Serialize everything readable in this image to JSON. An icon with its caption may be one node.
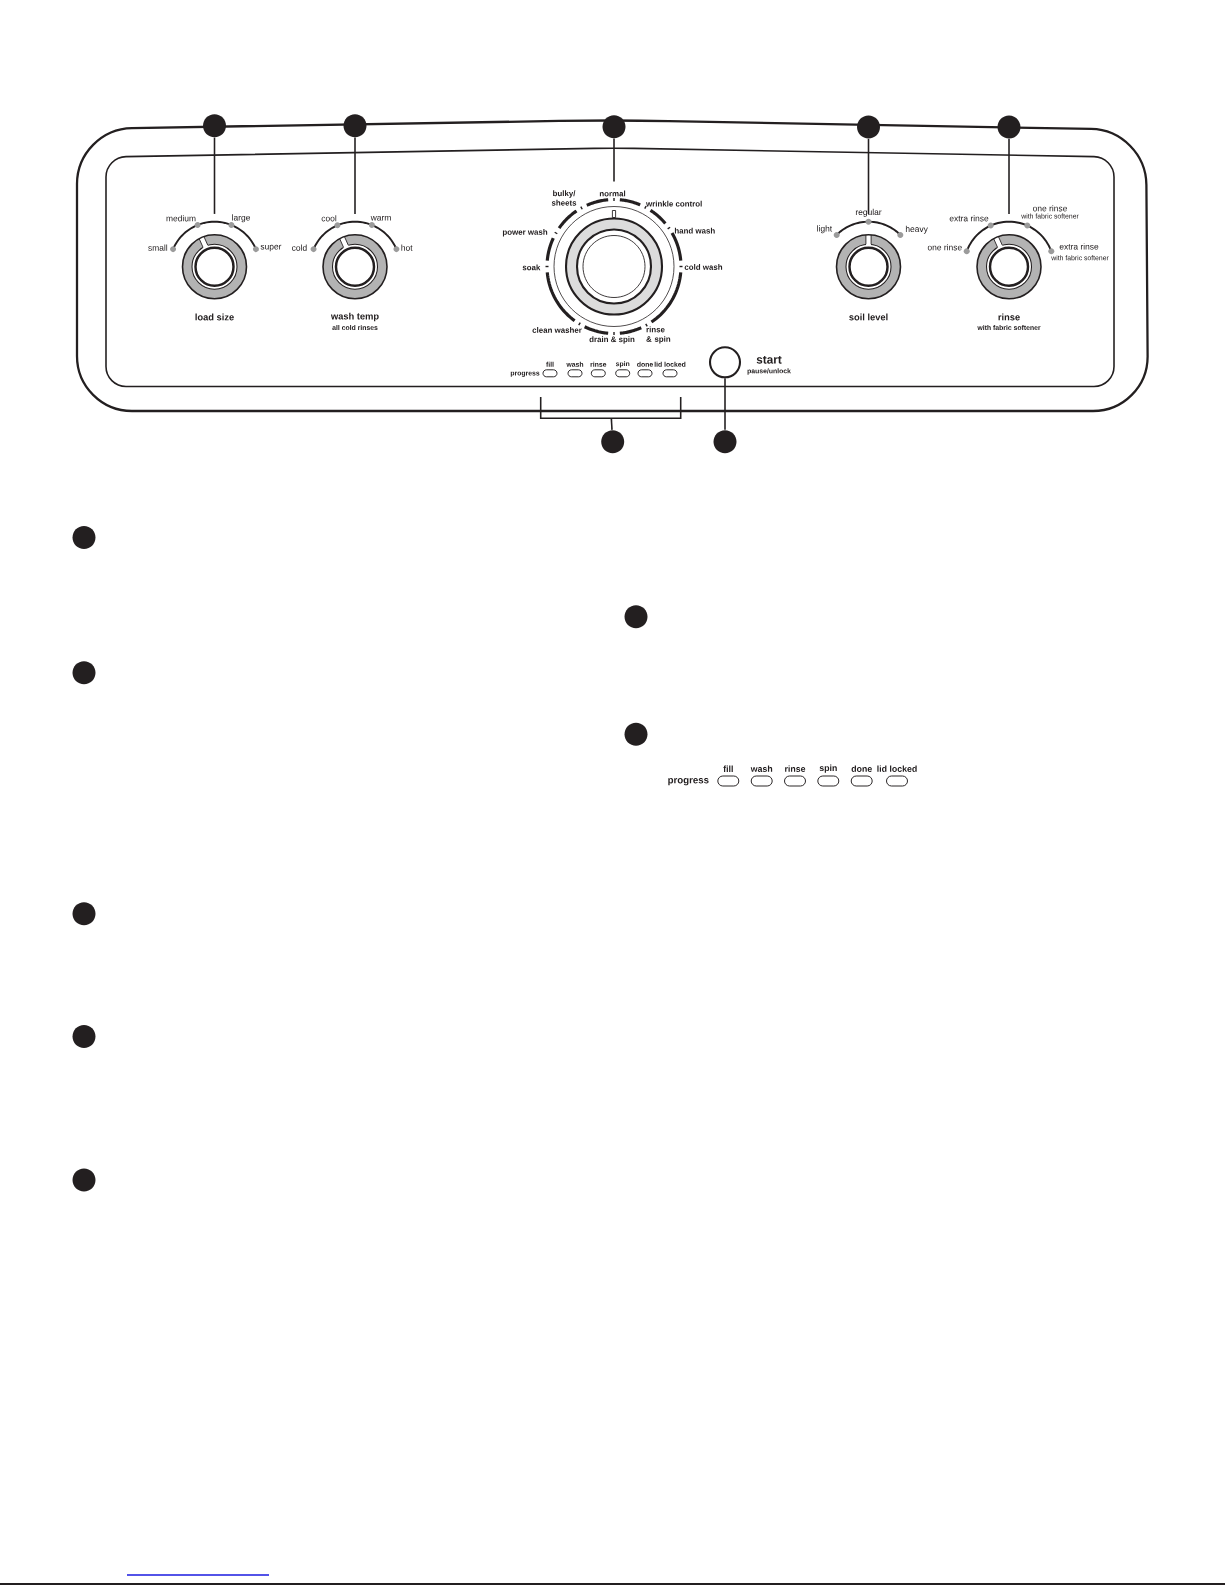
{
  "diagram": {
    "nodes": [
      {
        "text": [],
        "shape": "circle"
      },
      {
        "text": [],
        "shape": "circle"
      },
      {
        "text": [],
        "shape": "circle"
      },
      {
        "text": [],
        "shape": "circle"
      },
      {
        "text": [],
        "shape": "circle"
      },
      {
        "text": [
          "load size"
        ],
        "beside": [
          "small",
          "medium",
          "large",
          "super"
        ]
      },
      {
        "text": [
          "wash temp",
          "all cold rinses"
        ],
        "beside": [
          "cold",
          "cool",
          "warm",
          "hot"
        ]
      },
      {
        "text": [],
        "shape": "circle",
        "beside": [
          "normal",
          "bulky/ sheets",
          "wrinkle control",
          "power wash",
          "hand wash",
          "soak",
          "cold wash",
          "clean washer",
          "drain & spin",
          "rinse & spin"
        ]
      },
      {
        "text": [
          "soil level"
        ],
        "beside": [
          "light",
          "regular",
          "heavy"
        ]
      },
      {
        "text": [
          "rinse",
          "with fabric softener"
        ],
        "beside": [
          "one rinse",
          "extra rinse",
          "one rinse",
          "with fabric softener",
          "extra rinse",
          "with fabric softener"
        ]
      },
      {
        "text": [
          "fill"
        ]
      },
      {
        "text": [
          "wash"
        ]
      },
      {
        "text": [
          "rinse"
        ]
      },
      {
        "text": [
          "spin"
        ]
      },
      {
        "text": [
          "done"
        ]
      },
      {
        "text": [
          "lid locked"
        ]
      },
      {
        "text": [
          "start",
          "pause/unlock"
        ]
      },
      {
        "text": [],
        "shape": "circle"
      },
      {
        "text": [],
        "shape": "circle"
      },
      {
        "text": [],
        "shape": "circle"
      },
      {
        "text": [],
        "shape": "circle"
      },
      {
        "text": [],
        "shape": "circle"
      },
      {
        "text": [],
        "shape": "circle"
      },
      {
        "text": [
          "fill"
        ]
      },
      {
        "text": [
          "wash"
        ]
      },
      {
        "text": [
          "rinse"
        ]
      },
      {
        "text": [
          "spin"
        ]
      },
      {
        "text": [
          "done"
        ]
      },
      {
        "text": [
          "lid locked"
        ]
      },
      {
        "text": [],
        "shape": "circle"
      },
      {
        "text": [],
        "shape": "circle"
      },
      {
        "text": [],
        "shape": "circle"
      },
      {
        "text": [],
        "shape": "bracket"
      }
    ],
    "edges": [
      {
        "from": 0,
        "to": 5,
        "arrow": "none"
      },
      {
        "from": 1,
        "to": 6,
        "arrow": "none"
      },
      {
        "from": 2,
        "to": 7,
        "arrow": "none"
      },
      {
        "from": 3,
        "to": 8,
        "arrow": "none"
      },
      {
        "from": 4,
        "to": 9,
        "arrow": "none"
      },
      {
        "from": 17,
        "to": 32,
        "arrow": "none"
      },
      {
        "from": 18,
        "to": 16,
        "arrow": "none"
      }
    ],
    "labels": [
      "progress",
      "progress"
    ]
  }
}
